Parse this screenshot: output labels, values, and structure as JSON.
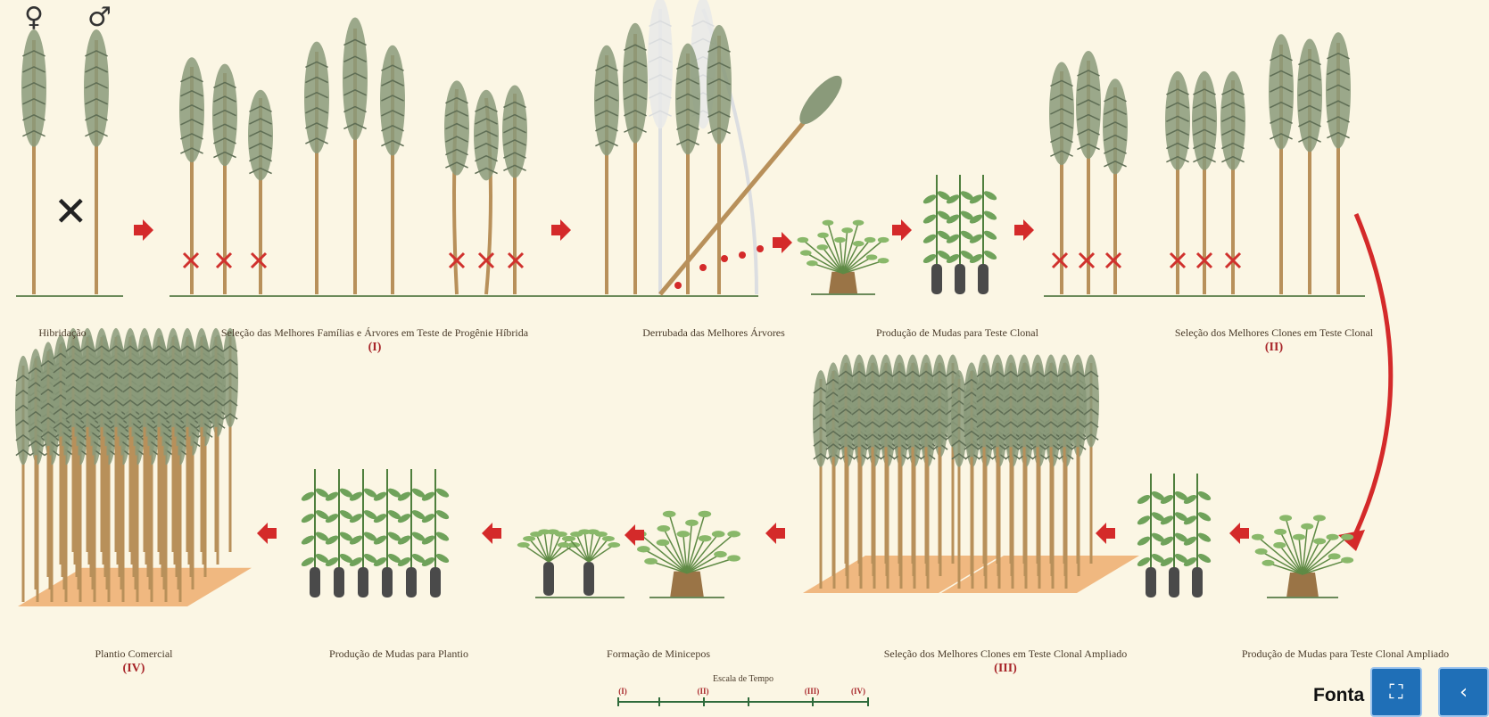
{
  "symbols": {
    "female": "♀",
    "male": "♂",
    "cross": "✕"
  },
  "labels": {
    "hibridacao": "Hibridação",
    "selecao_familias": "Seleção das Melhores Famílias e Árvores em Teste de Progênie Híbrida",
    "derrubada": "Derrubada das Melhores Árvores",
    "producao_teste_clonal": "Produção de Mudas para Teste Clonal",
    "selecao_clones": "Seleção dos Melhores Clones em Teste Clonal",
    "producao_ampliado": "Produção de Mudas para Teste Clonal Ampliado",
    "selecao_ampliado": "Seleção dos Melhores Clones em Teste Clonal Ampliado",
    "formacao_minicepos": "Formação de Minicepos",
    "producao_plantio": "Produção de Mudas para Plantio",
    "plantio_comercial": "Plantio Comercial"
  },
  "stages": {
    "s1": "(I)",
    "s2": "(II)",
    "s3": "(III)",
    "s4": "(IV)"
  },
  "scale": {
    "title": "Escala de Tempo",
    "labels": [
      "(I)",
      "(II)",
      "(III)",
      "(IV)"
    ]
  },
  "footer": {
    "fonte": "Fonta"
  },
  "colors": {
    "trunk": "#b8905a",
    "foliage": "#8a9a7a",
    "arrow": "#d42a2a",
    "ground": "#f0b880",
    "seedling": "#6fa25a",
    "tube": "#4a4a4a",
    "button": "#1f6fb7"
  },
  "icons": {
    "fullscreen": "fullscreen-icon",
    "prev": "chevron-left-icon"
  }
}
